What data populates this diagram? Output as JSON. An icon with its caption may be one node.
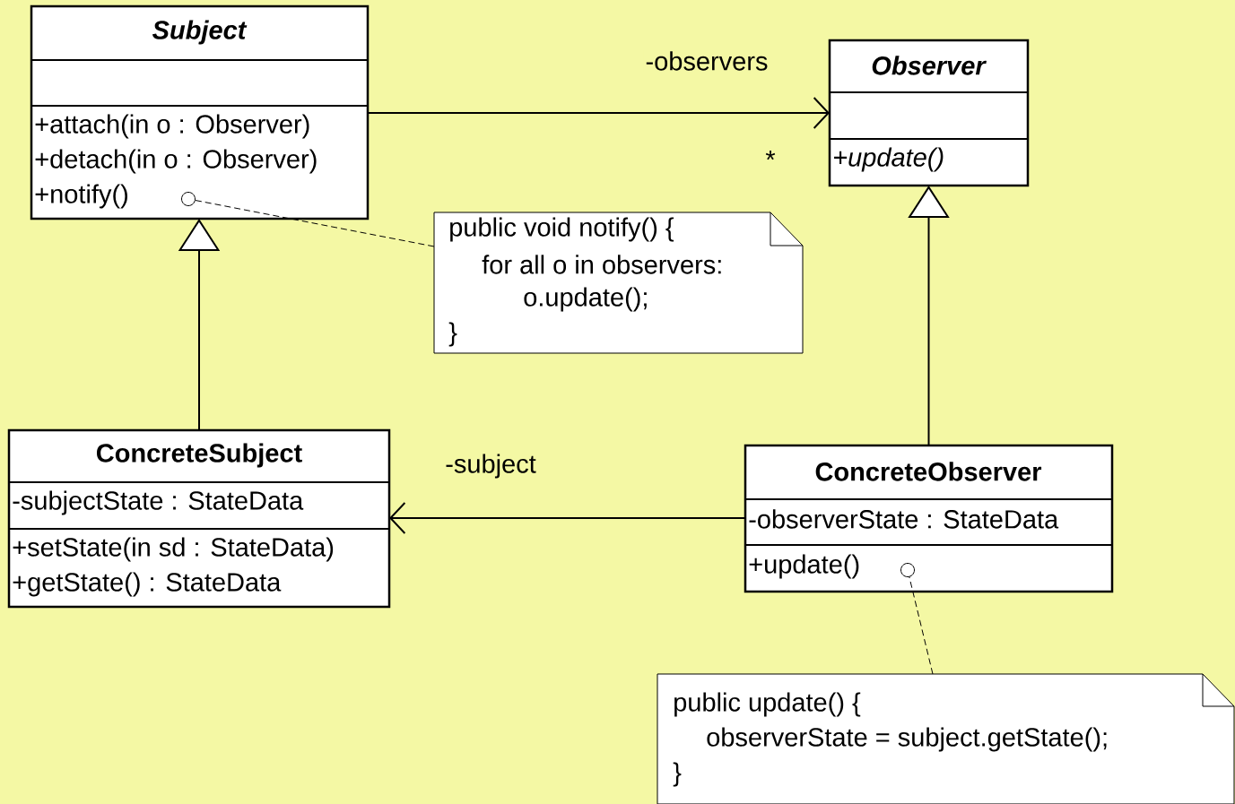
{
  "diagram": {
    "nodes": [
      {
        "text": [
          "Subject",
          "+attach(in o : Observer)",
          "+detach(in o : Observer)",
          "+notify()"
        ]
      },
      {
        "text": [],
        "shape": "circle",
        "in": 0
      },
      {
        "text": [
          "Observer",
          "+update()"
        ]
      },
      {
        "text": [
          "public void notify() {",
          "for all o in observers:",
          "o.update();",
          "}"
        ]
      },
      {
        "text": [
          "ConcreteSubject",
          "-subjectState : StateData",
          "+setState(in sd : StateData)",
          "+getState() : StateData"
        ]
      },
      {
        "text": [
          "ConcreteObserver",
          "-observerState : StateData",
          "+update()"
        ]
      },
      {
        "text": [],
        "shape": "circle",
        "in": 5
      },
      {
        "text": [
          "public update() {",
          "observerState = subject.getState();",
          "}"
        ]
      }
    ],
    "edges": [
      {
        "from": 0,
        "to": 2,
        "arrow": "to",
        "label": "-observers"
      },
      {
        "from": 4,
        "to": 0,
        "arrow": "to"
      },
      {
        "from": 5,
        "to": 2,
        "arrow": "to"
      },
      {
        "from": 5,
        "to": 4,
        "arrow": "to",
        "label": "-subject"
      },
      {
        "from": 3,
        "to": 1,
        "arrow": "none",
        "style": "dashed"
      },
      {
        "from": 7,
        "to": 6,
        "arrow": "none",
        "style": "dashed"
      }
    ],
    "labels": [
      "*"
    ]
  }
}
